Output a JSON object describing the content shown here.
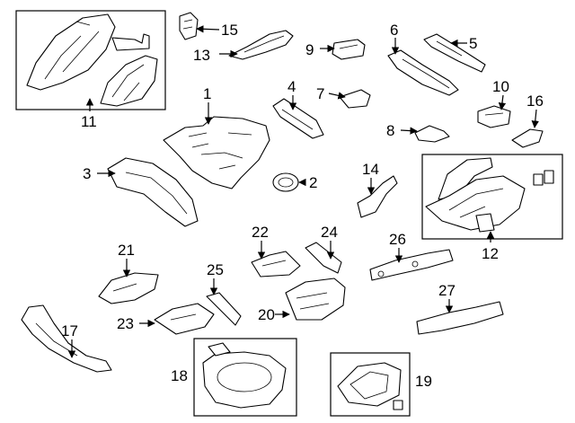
{
  "diagram": {
    "background_color": "#ffffff",
    "line_color": "#000000",
    "callouts": {
      "c1": "1",
      "c2": "2",
      "c3": "3",
      "c4": "4",
      "c5": "5",
      "c6": "6",
      "c7": "7",
      "c8": "8",
      "c9": "9",
      "c10": "10",
      "c11": "11",
      "c12": "12",
      "c13": "13",
      "c14": "14",
      "c15": "15",
      "c16": "16",
      "c17": "17",
      "c18": "18",
      "c19": "19",
      "c20": "20",
      "c21": "21",
      "c22": "22",
      "c23": "23",
      "c24": "24",
      "c25": "25",
      "c26": "26",
      "c27": "27"
    }
  }
}
